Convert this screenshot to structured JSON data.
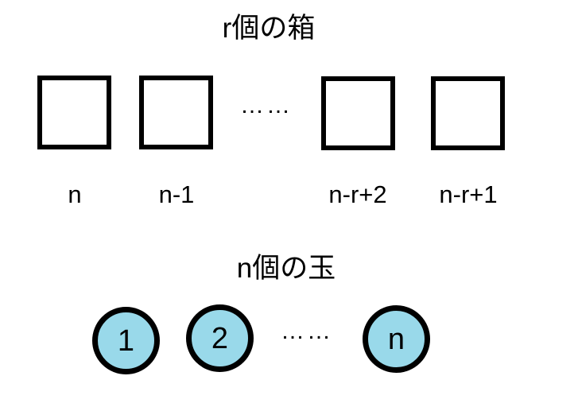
{
  "sections": {
    "boxes": {
      "title": "r個の箱",
      "items": [
        {
          "label": "n"
        },
        {
          "label": "n-1"
        },
        {
          "label": "n-r+2"
        },
        {
          "label": "n-r+1"
        }
      ],
      "ellipsis": "……"
    },
    "balls": {
      "title": "n個の玉",
      "items": [
        {
          "label": "1"
        },
        {
          "label": "2"
        },
        {
          "label": "n"
        }
      ],
      "ellipsis": "……"
    }
  },
  "colors": {
    "ball_fill": "#99d9ea",
    "stroke": "#000000",
    "background": "#ffffff"
  }
}
